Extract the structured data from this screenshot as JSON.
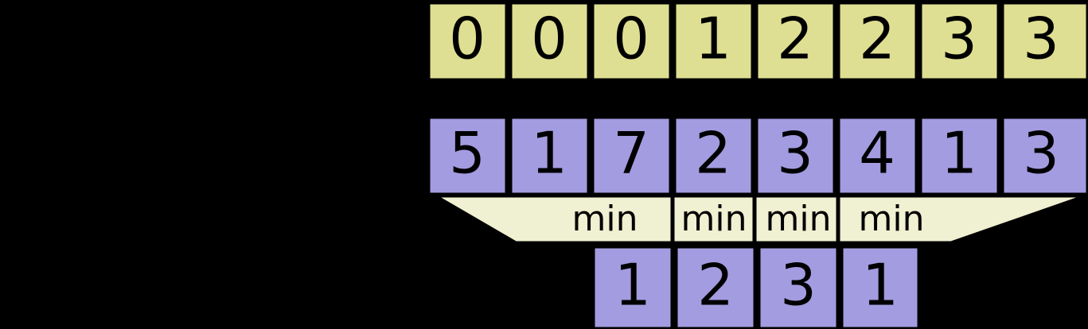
{
  "figure": {
    "name": "sparse-table-min-reduction",
    "background_color": "#000000",
    "colors": {
      "index_row_fill": "#dedf92",
      "value_row_fill": "#a39ce0",
      "funnel_fill": "#f0f0d2",
      "stroke": "#000000",
      "text": "#000000"
    }
  },
  "index_row": {
    "label": "index-row",
    "cells": [
      "0",
      "0",
      "0",
      "1",
      "2",
      "2",
      "3",
      "3"
    ]
  },
  "value_row": {
    "label": "value-row",
    "cells": [
      "5",
      "1",
      "7",
      "2",
      "3",
      "4",
      "1",
      "3"
    ]
  },
  "funnel": {
    "label": "min-funnel",
    "operations": [
      "min",
      "min",
      "min",
      "min"
    ]
  },
  "result_row": {
    "label": "result-row",
    "cells": [
      "1",
      "2",
      "3",
      "1"
    ]
  },
  "chart_data": {
    "type": "table",
    "title": "",
    "rows": [
      {
        "name": "index_row",
        "values": [
          0,
          0,
          0,
          1,
          2,
          2,
          3,
          3
        ]
      },
      {
        "name": "value_row",
        "values": [
          5,
          1,
          7,
          2,
          3,
          4,
          1,
          3
        ]
      },
      {
        "name": "operation_row",
        "values": [
          "min",
          "min",
          "min",
          "min"
        ]
      },
      {
        "name": "result_row",
        "values": [
          1,
          2,
          3,
          1
        ]
      }
    ]
  }
}
